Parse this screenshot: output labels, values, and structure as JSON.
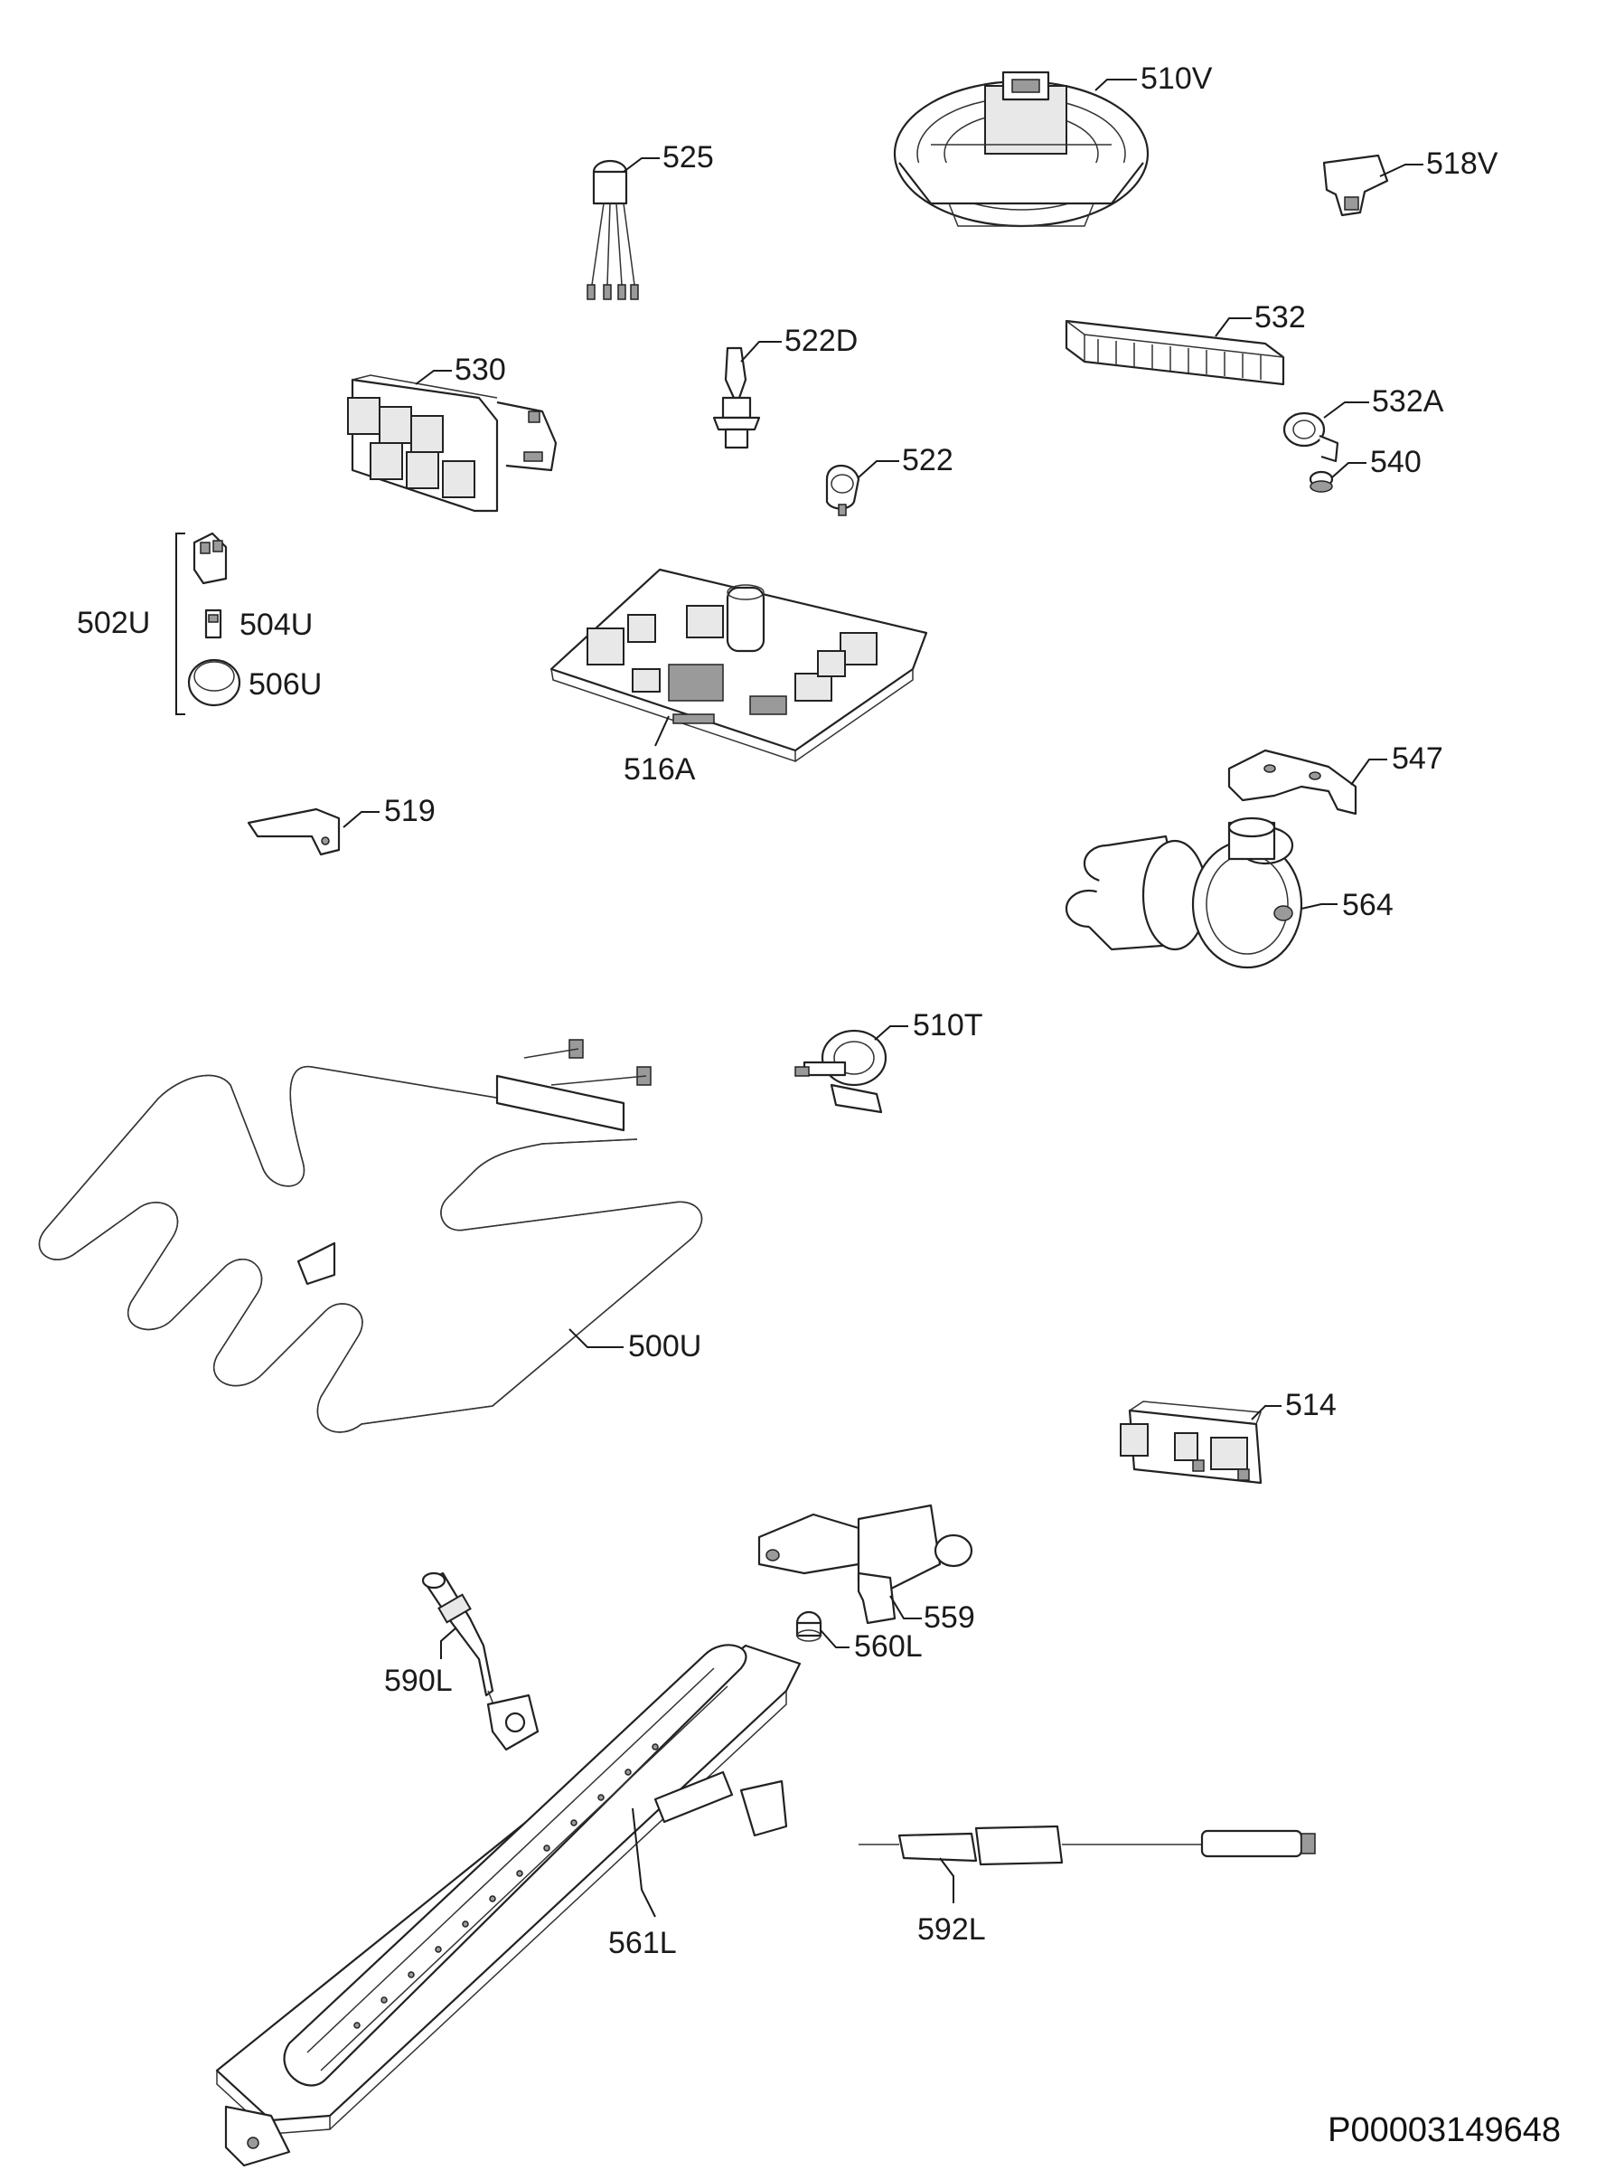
{
  "reference_code": "P00003149648",
  "parts": [
    {
      "id": "510V",
      "label": "510V"
    },
    {
      "id": "518V",
      "label": "518V"
    },
    {
      "id": "525",
      "label": "525"
    },
    {
      "id": "532",
      "label": "532"
    },
    {
      "id": "522D",
      "label": "522D"
    },
    {
      "id": "530",
      "label": "530"
    },
    {
      "id": "532A",
      "label": "532A"
    },
    {
      "id": "522",
      "label": "522"
    },
    {
      "id": "540",
      "label": "540"
    },
    {
      "id": "502U",
      "label": "502U"
    },
    {
      "id": "504U",
      "label": "504U"
    },
    {
      "id": "506U",
      "label": "506U"
    },
    {
      "id": "516A",
      "label": "516A"
    },
    {
      "id": "547",
      "label": "547"
    },
    {
      "id": "519",
      "label": "519"
    },
    {
      "id": "564",
      "label": "564"
    },
    {
      "id": "510T",
      "label": "510T"
    },
    {
      "id": "500U",
      "label": "500U"
    },
    {
      "id": "514",
      "label": "514"
    },
    {
      "id": "559",
      "label": "559"
    },
    {
      "id": "560L",
      "label": "560L"
    },
    {
      "id": "590L",
      "label": "590L"
    },
    {
      "id": "561L",
      "label": "561L"
    },
    {
      "id": "592L",
      "label": "592L"
    }
  ]
}
